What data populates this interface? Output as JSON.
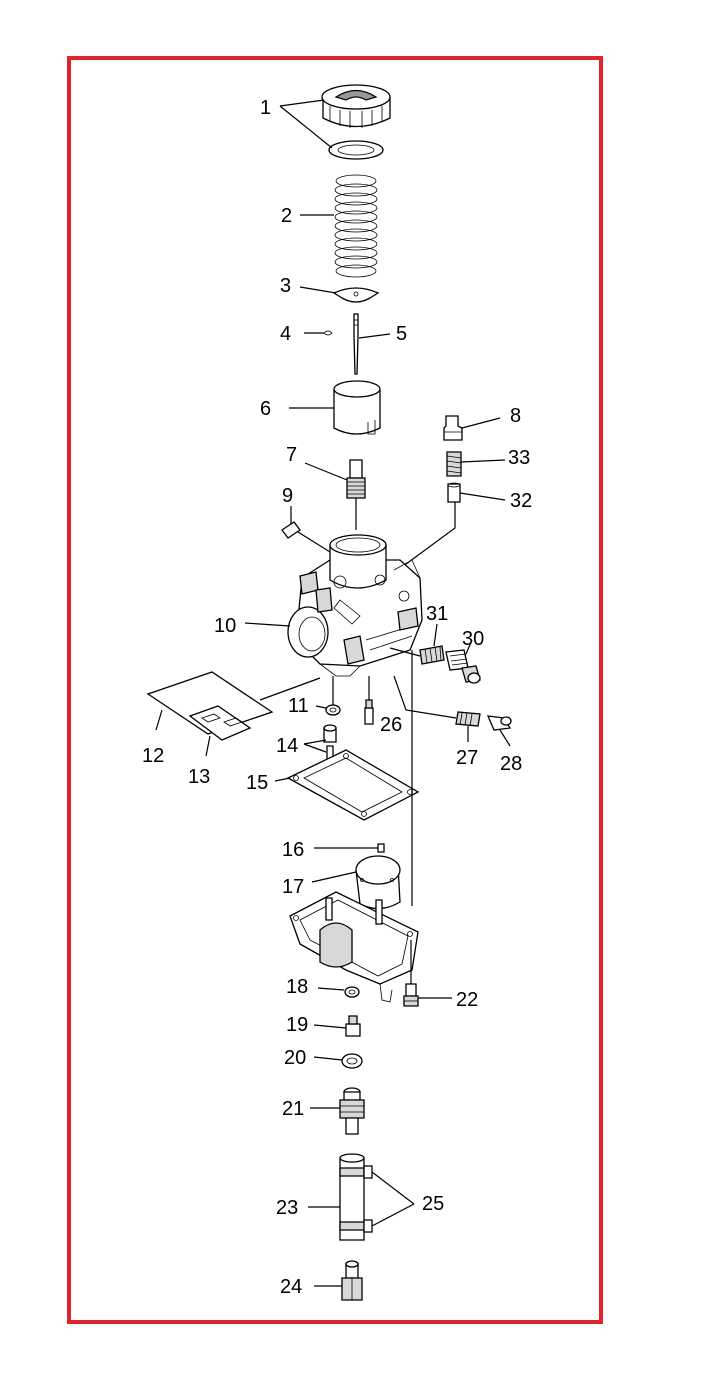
{
  "colors": {
    "frame": "#e0242c",
    "lines": "#000000",
    "part_fill": "#ffffff",
    "part_shade": "#d8d8d8"
  },
  "callouts": {
    "c1": "1",
    "c2": "2",
    "c3": "3",
    "c4": "4",
    "c5": "5",
    "c6": "6",
    "c7": "7",
    "c8": "8",
    "c9": "9",
    "c10": "10",
    "c11": "11",
    "c12": "12",
    "c13": "13",
    "c14": "14",
    "c15": "15",
    "c16": "16",
    "c17": "17",
    "c18": "18",
    "c19": "19",
    "c20": "20",
    "c21": "21",
    "c22": "22",
    "c23": "23",
    "c24": "24",
    "c25": "25",
    "c26": "26",
    "c27": "27",
    "c28": "28",
    "c30": "30",
    "c31": "31",
    "c32": "32",
    "c33": "33"
  }
}
